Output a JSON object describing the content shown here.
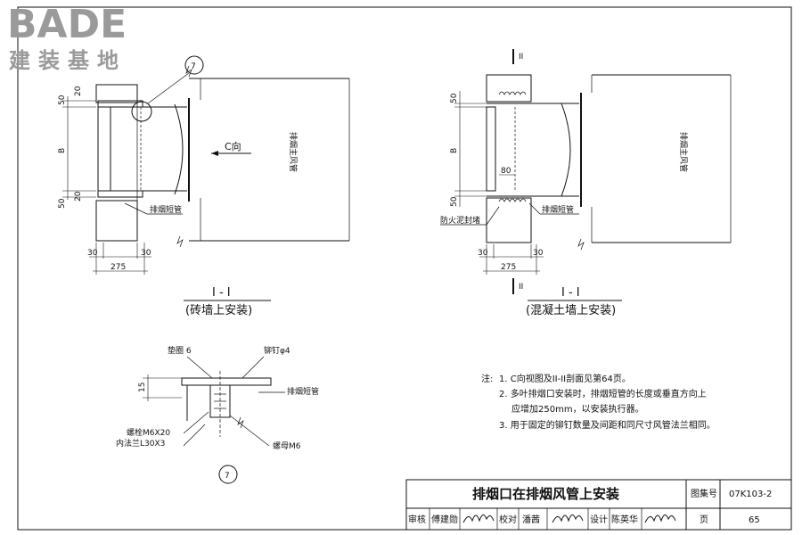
{
  "logo": {
    "brand": "BADE",
    "subtitle": "建装基地"
  },
  "left_view": {
    "callout_number": "7",
    "dims": {
      "top1": "50",
      "top2": "20",
      "height": "B",
      "bot1": "20",
      "bot2": "50",
      "w1": "30",
      "w2": "30",
      "width": "275"
    },
    "label_pipe": "排烟短管",
    "label_c_dir": "C向",
    "label_main_duct": "排烟主风管",
    "section_title": "I - I",
    "section_caption": "(砖墙上安装)"
  },
  "right_view": {
    "section_mark": "II",
    "dims": {
      "top": "50",
      "height": "B",
      "bot": "50",
      "inner": "80",
      "w1": "30",
      "w2": "30",
      "width": "275"
    },
    "label_pipe": "排烟短管",
    "label_fire_mud": "防火泥封堵",
    "label_main_duct": "排烟主风管",
    "section_title": "I - I",
    "section_caption": "(混凝土墙上安装)"
  },
  "detail": {
    "label_washer": "垫圈 6",
    "label_rivet": "铆钉φ4",
    "dim_15": "15",
    "label_pipe": "排烟短管",
    "label_bolt": "螺栓M6X20",
    "label_flange": "内法兰L30X3",
    "label_nut": "螺母M6",
    "number": "7"
  },
  "notes": {
    "prefix": "注:",
    "items": [
      "1. C向视图及II-II剖面见第64页。",
      "2. 多叶排烟口安装时，排烟短管的长度或垂直方向上",
      "应增加250mm，以安装执行器。",
      "3. 用于固定的铆钉数量及间距和同尺寸风管法兰相同。"
    ]
  },
  "title_block": {
    "title": "排烟口在排烟风管上安装",
    "atlas_label": "图集号",
    "atlas_no": "07K103-2",
    "review_label": "审核",
    "reviewer": "傅建勋",
    "check_label": "校对",
    "checker": "潘茜",
    "design_label": "设计",
    "designer": "陈英华",
    "page_label": "页",
    "page_no": "65"
  }
}
